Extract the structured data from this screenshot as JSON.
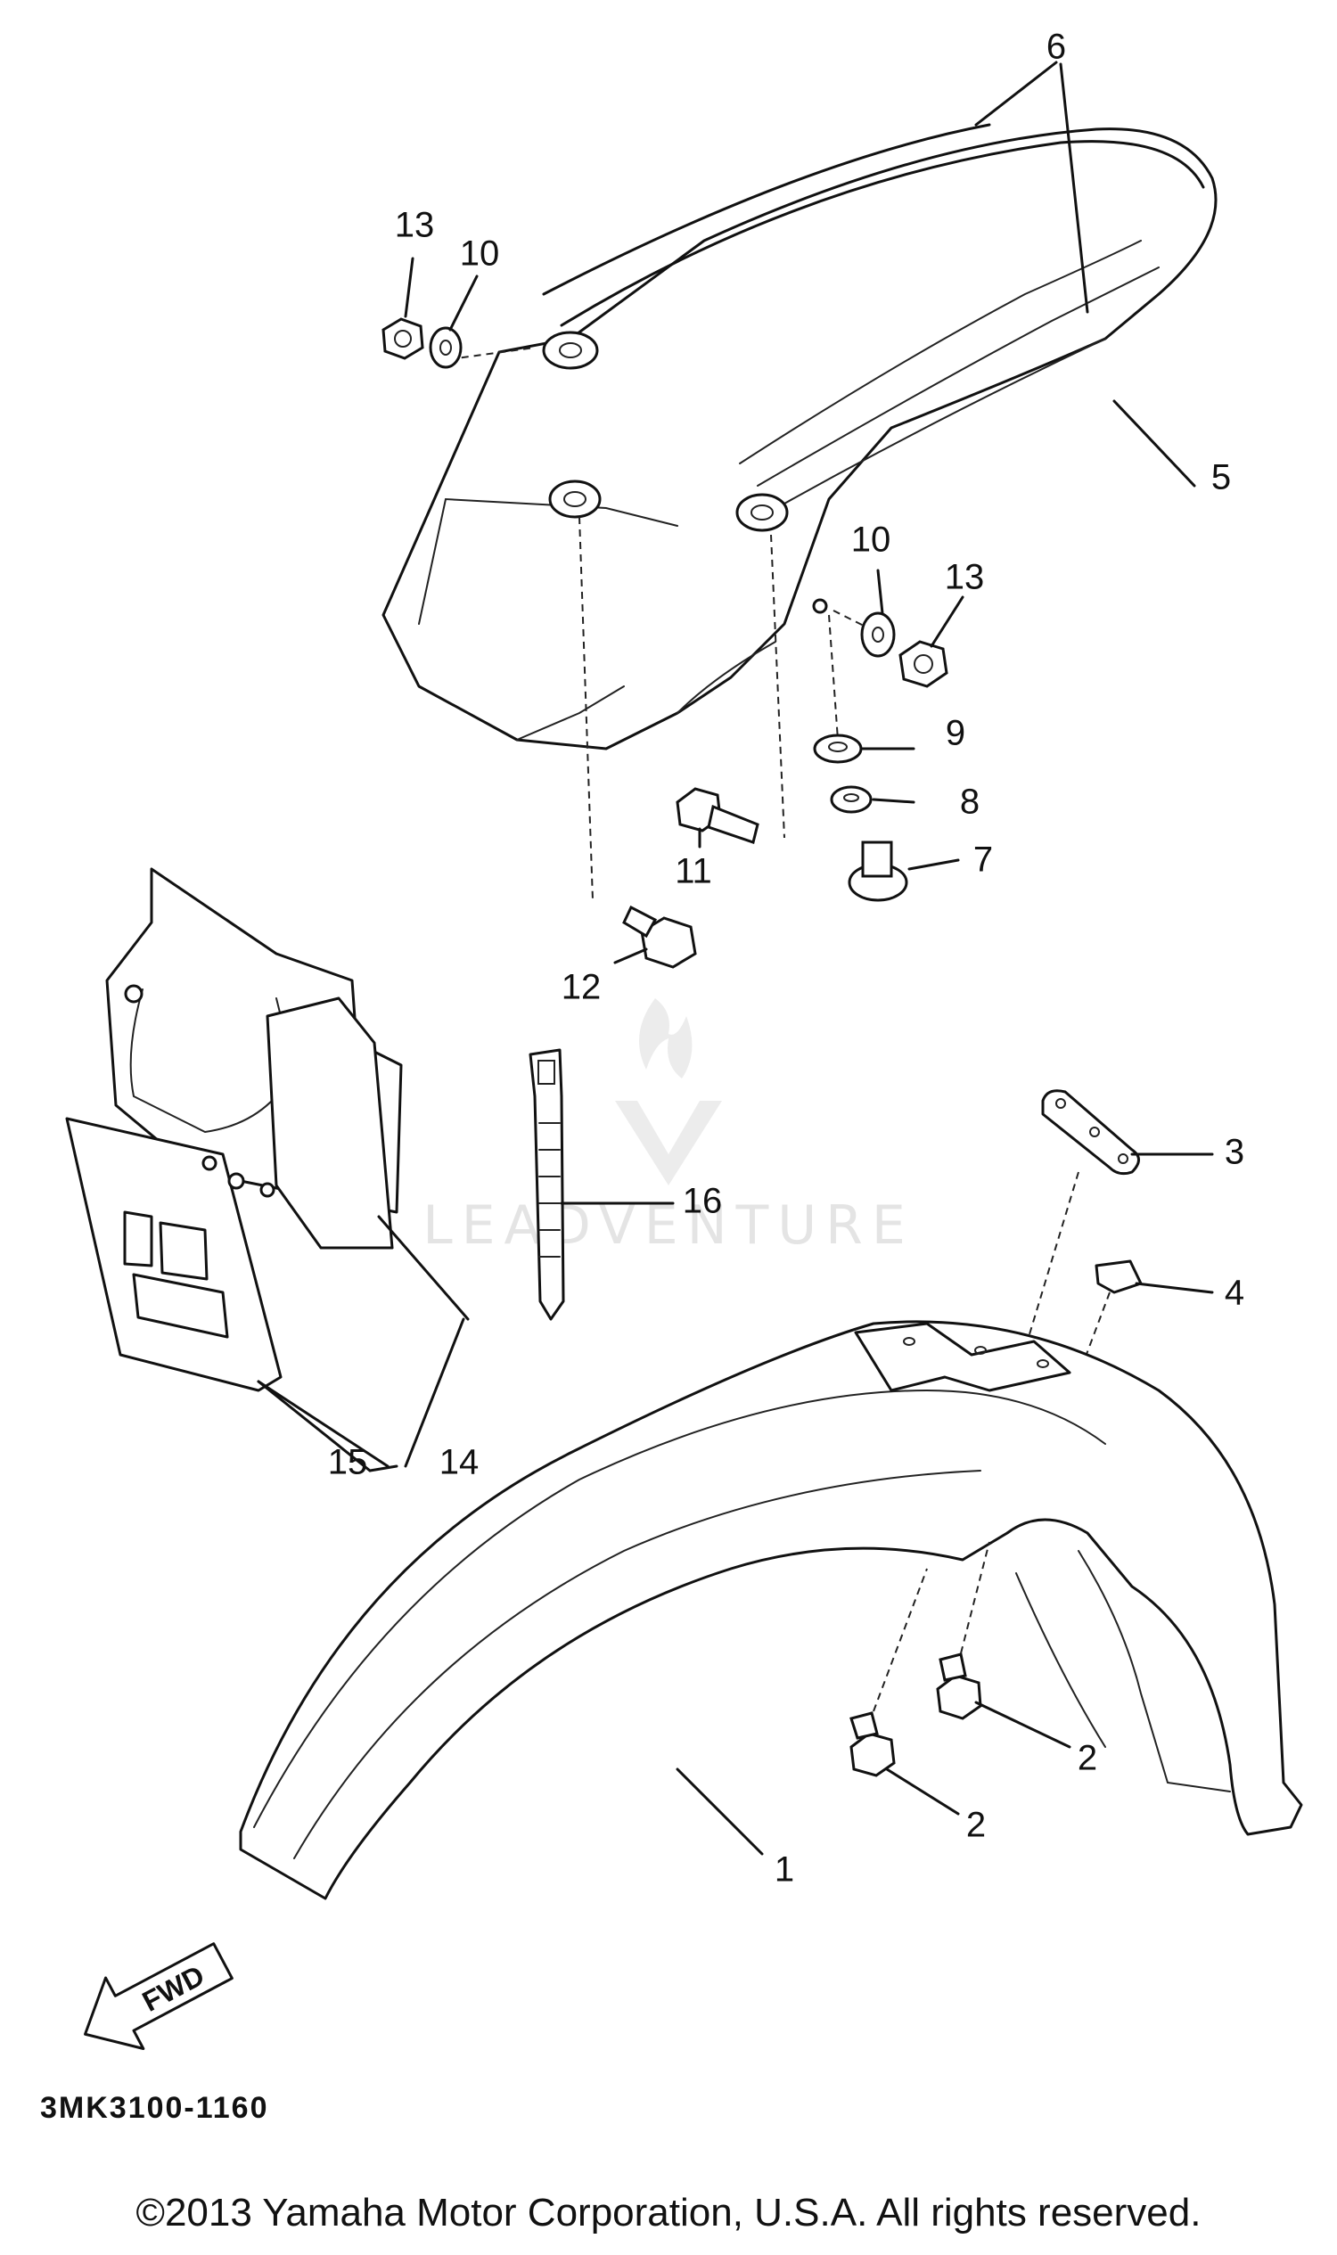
{
  "callouts": [
    {
      "number": "1"
    },
    {
      "number": "2"
    },
    {
      "number": "2"
    },
    {
      "number": "3"
    },
    {
      "number": "4"
    },
    {
      "number": "5"
    },
    {
      "number": "6"
    },
    {
      "number": "7"
    },
    {
      "number": "8"
    },
    {
      "number": "9"
    },
    {
      "number": "10"
    },
    {
      "number": "10"
    },
    {
      "number": "11"
    },
    {
      "number": "12"
    },
    {
      "number": "13"
    },
    {
      "number": "13"
    },
    {
      "number": "14"
    },
    {
      "number": "15"
    },
    {
      "number": "16"
    }
  ],
  "fwd_arrow": {
    "label": "FWD"
  },
  "watermark": {
    "brand": "LEADVENTURE"
  },
  "drawing_code": "3MK3100-1160",
  "copyright": "©2013 Yamaha Motor Corporation, U.S.A. All rights reserved."
}
